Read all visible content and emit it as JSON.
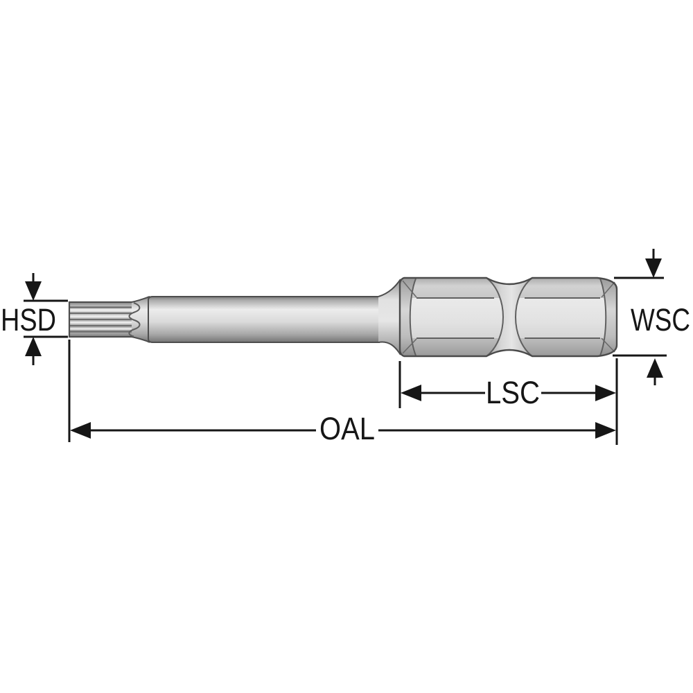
{
  "diagram": {
    "type": "technical-dimension-diagram",
    "subject": "screwdriver power bit with spline tip and quarter-inch hex shank",
    "labels": {
      "hsd": "HSD",
      "wsc": "WSC",
      "lsc": "LSC",
      "oal": "OAL"
    },
    "colors": {
      "background": "#ffffff",
      "dimension_line": "#161616",
      "bit_outline": "#4d4d4d",
      "metal_light": "#ececec",
      "metal_mid": "#d6d6d6",
      "metal_dark": "#8a8a8a"
    }
  }
}
